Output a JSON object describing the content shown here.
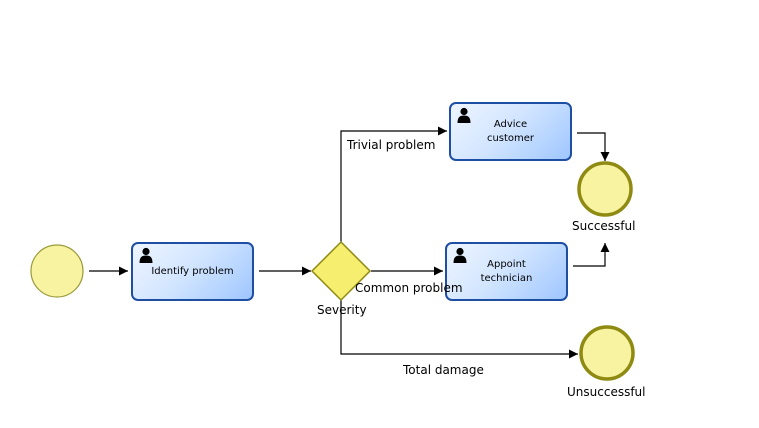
{
  "diagram": {
    "tasks": {
      "identify": "Identify problem",
      "advice": "Advice\ncustomer",
      "appoint": "Appoint\ntechnician"
    },
    "gateway": {
      "label": "Severity"
    },
    "flows": {
      "trivial": "Trivial problem",
      "common": "Common problem",
      "total": "Total damage"
    },
    "end_events": {
      "successful": "Successful",
      "unsuccessful": "Unsuccessful"
    },
    "colors": {
      "task_border": "#1f4fa3",
      "task_fill_light": "#eef5ff",
      "task_fill_dark": "#9fc6ff",
      "event_fill": "#f7f3a0",
      "start_event_stroke": "#9a9a3a",
      "end_event_stroke": "#8f8a12",
      "gateway_fill": "#f6ee6e",
      "gateway_stroke": "#8f8a12",
      "flow_line": "#000000"
    }
  }
}
